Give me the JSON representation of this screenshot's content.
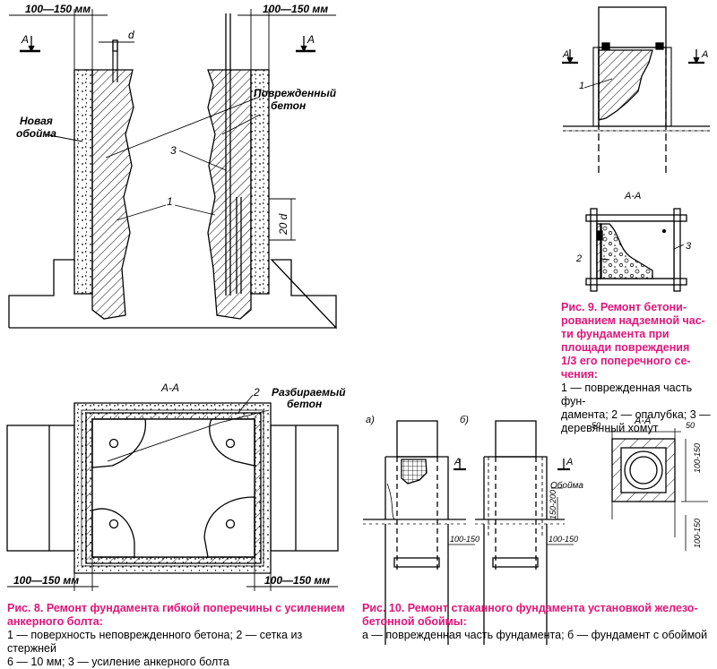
{
  "fig8": {
    "dim_top_left": "100—150 мм",
    "dim_top_right": "100—150 мм",
    "d": "d",
    "A_left": "A",
    "A_right": "A",
    "new_shell_1": "Новая",
    "new_shell_2": "обойма",
    "damaged_1": "Поврежденный",
    "damaged_2": "бетон",
    "n3": "3",
    "n1": "1",
    "twenty_d": "20 d",
    "section_title": "A-A",
    "n2": "2",
    "dismantled_1": "Разбираемый",
    "dismantled_2": "бетон",
    "dim_bot_left": "100—150 мм",
    "dim_bot_right": "100—150 мм",
    "caption_title_1": "Рис. 8. Ремонт фундамента гибкой поперечины с усилением",
    "caption_title_2": "анкерного болта:",
    "caption_body_1": "1 — поверхность неповрежденного бетона; 2 — сетка из стержней",
    "caption_body_2": "6 — 10 мм; 3 — усиление анкерного болта"
  },
  "fig9": {
    "A_left": "A",
    "A_right": "A",
    "n1": "1",
    "section_title": "A-A",
    "n2": "2",
    "n3": "3",
    "caption_title_1": "Рис. 9. Ремонт бетони-",
    "caption_title_2": "рованием надземной час-",
    "caption_title_3": "ти фундамента при",
    "caption_title_4": "площади повреждения",
    "caption_title_5": "1/3 его поперечного се-",
    "caption_title_6": "чения:",
    "caption_body_1": "1 — поврежденная часть фун-",
    "caption_body_2": "дамента; 2 — опалубка; 3 —",
    "caption_body_3": "деревянный хомут"
  },
  "fig10": {
    "label_a": "а)",
    "label_b": "б)",
    "A1": "A",
    "A2": "A",
    "shell": "Обойма",
    "dim_150_200": "150-200",
    "dim_100_150_l": "100-150",
    "dim_100_150_r": "100-150",
    "section_title": "A-A",
    "dim50_l": "50",
    "dim50_r": "50",
    "dim_right_1": "100-150",
    "dim_right_2": "100-150",
    "caption_title_1": "Рис. 10. Ремонт стаканного фундамента установкой железо-",
    "caption_title_2": "бетонной обоймы:",
    "caption_body_1": "а — поврежденная часть фундамента; б — фундамент с обоймой"
  }
}
